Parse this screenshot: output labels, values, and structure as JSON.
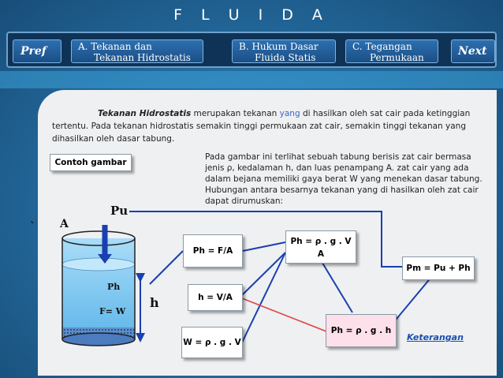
{
  "header": {
    "title": "F L U I D A"
  },
  "nav": {
    "prev_label": "Pref",
    "next_label": "Next",
    "tab_a_line1": "A.  Tekanan dan",
    "tab_a_line2": "Tekanan Hidrostatis",
    "tab_b_line1": "B.  Hukum Dasar",
    "tab_b_line2": "Fluida Statis",
    "tab_c_line1": "C.  Tegangan",
    "tab_c_line2": "Permukaan"
  },
  "content": {
    "intro_term": "Tekanan Hidrostatis",
    "intro_rest1": " merupakan tekanan ",
    "intro_yang": "yang",
    "intro_rest2": " di hasilkan oleh sat cair pada ketinggian",
    "intro_line2": "tertentu. Pada tekanan hidrostatis semakin tinggi permukaan zat cair, semakin tinggi tekanan yang",
    "intro_line3": "dihasilkan oleh dasar tabung.",
    "example_button": "Contoh gambar",
    "desc_lines": [
      "Pada gambar ini  terlihat sebuah tabung berisis zat cair bermasa",
      "jenis ρ, kedalaman h, dan luas penampang A. zat cair yang ada",
      "dalam bejana memiliki gaya berat W yang menekan dasar tabung.",
      "Hubungan antara besarnya tekanan yang di hasilkan oleh zat cair",
      "dapat dirumuskan:"
    ]
  },
  "diagram": {
    "label_pu": "Pu",
    "label_a": "A",
    "label_backtick": "`",
    "label_ph": "Ph",
    "label_fw": "F= W",
    "label_h": "h",
    "formula_ph_fa": "Ph = F/A",
    "formula_h_va": "h = V/A",
    "formula_w": "W = ρ . g . V",
    "formula_ph_rgv_top": "Ph = ρ . g . V",
    "formula_ph_rgv_bottom": "A",
    "formula_ph_rgh": "Ph = ρ . g . h",
    "formula_pm": "Pm = Pu + Ph",
    "link_keterangan": "Keterangan"
  },
  "colors": {
    "nav_bg": "#0f3356",
    "panel_bg": "#eef0f2",
    "liquid": "#8fd0f5",
    "red_line": "#e04040",
    "blue_line": "#1a3fb0"
  }
}
